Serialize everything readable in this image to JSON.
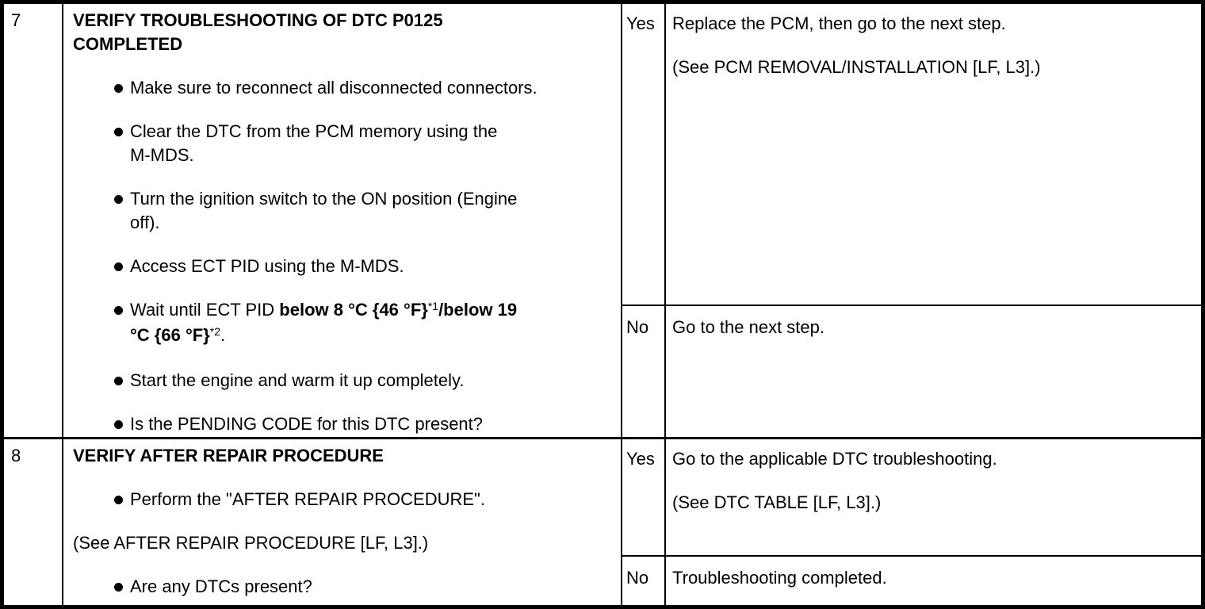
{
  "page": {
    "background": "#ffffff",
    "line_color": "#000000",
    "text_color": "#000000"
  },
  "table": {
    "rows": [
      {
        "step": "7",
        "title_lines": [
          "VERIFY TROUBLESHOOTING OF DTC P0125",
          "COMPLETED"
        ],
        "action_paragraphs": [
          {
            "bullet": true,
            "lines": [
              [
                {
                  "text": "Make sure to reconnect all disconnected connectors."
                }
              ]
            ]
          },
          {
            "bullet": true,
            "lines": [
              [
                {
                  "text": "Clear the DTC from the PCM memory using the"
                }
              ],
              [
                {
                  "text": "M-MDS."
                }
              ]
            ]
          },
          {
            "bullet": true,
            "lines": [
              [
                {
                  "text": "Turn the ignition switch to the ON position (Engine"
                }
              ],
              [
                {
                  "text": "off)."
                }
              ]
            ]
          },
          {
            "bullet": true,
            "lines": [
              [
                {
                  "text": "Access ECT PID using the M-MDS."
                }
              ]
            ]
          },
          {
            "bullet": true,
            "lines": [
              [
                {
                  "text": "Wait until ECT PID "
                },
                {
                  "text": "below 8 °C {46 °F}",
                  "bold": true
                },
                {
                  "text": "*1",
                  "sup": true
                },
                {
                  "text": "/below 19",
                  "bold": true
                }
              ],
              [
                {
                  "text": "°C {66 °F}",
                  "bold": true
                },
                {
                  "text": "*2",
                  "sup": true
                },
                {
                  "text": "."
                }
              ]
            ]
          },
          {
            "bullet": true,
            "lines": [
              [
                {
                  "text": "Start the engine and warm it up completely."
                }
              ]
            ]
          },
          {
            "bullet": true,
            "lines": [
              [
                {
                  "text": "Is the PENDING CODE for this DTC present?"
                }
              ]
            ]
          }
        ],
        "yes": {
          "label": "Yes",
          "paragraphs": [
            "Replace the PCM, then go to the next step.",
            "(See PCM REMOVAL/INSTALLATION [LF, L3].)"
          ]
        },
        "no": {
          "label": "No",
          "paragraphs": [
            "Go to the next step."
          ]
        }
      },
      {
        "step": "8",
        "title_lines": [
          "VERIFY AFTER REPAIR PROCEDURE"
        ],
        "action_paragraphs": [
          {
            "bullet": true,
            "lines": [
              [
                {
                  "text": "Perform the \"AFTER REPAIR PROCEDURE\"."
                }
              ]
            ]
          },
          {
            "bullet": false,
            "lines": [
              [
                {
                  "text": "(See AFTER REPAIR PROCEDURE [LF, L3].)"
                }
              ]
            ]
          },
          {
            "bullet": true,
            "lines": [
              [
                {
                  "text": "Are any DTCs present?"
                }
              ]
            ]
          }
        ],
        "yes": {
          "label": "Yes",
          "paragraphs": [
            "Go to the applicable DTC troubleshooting.",
            "(See DTC TABLE [LF, L3].)"
          ]
        },
        "no": {
          "label": "No",
          "paragraphs": [
            "Troubleshooting completed."
          ]
        }
      }
    ]
  }
}
